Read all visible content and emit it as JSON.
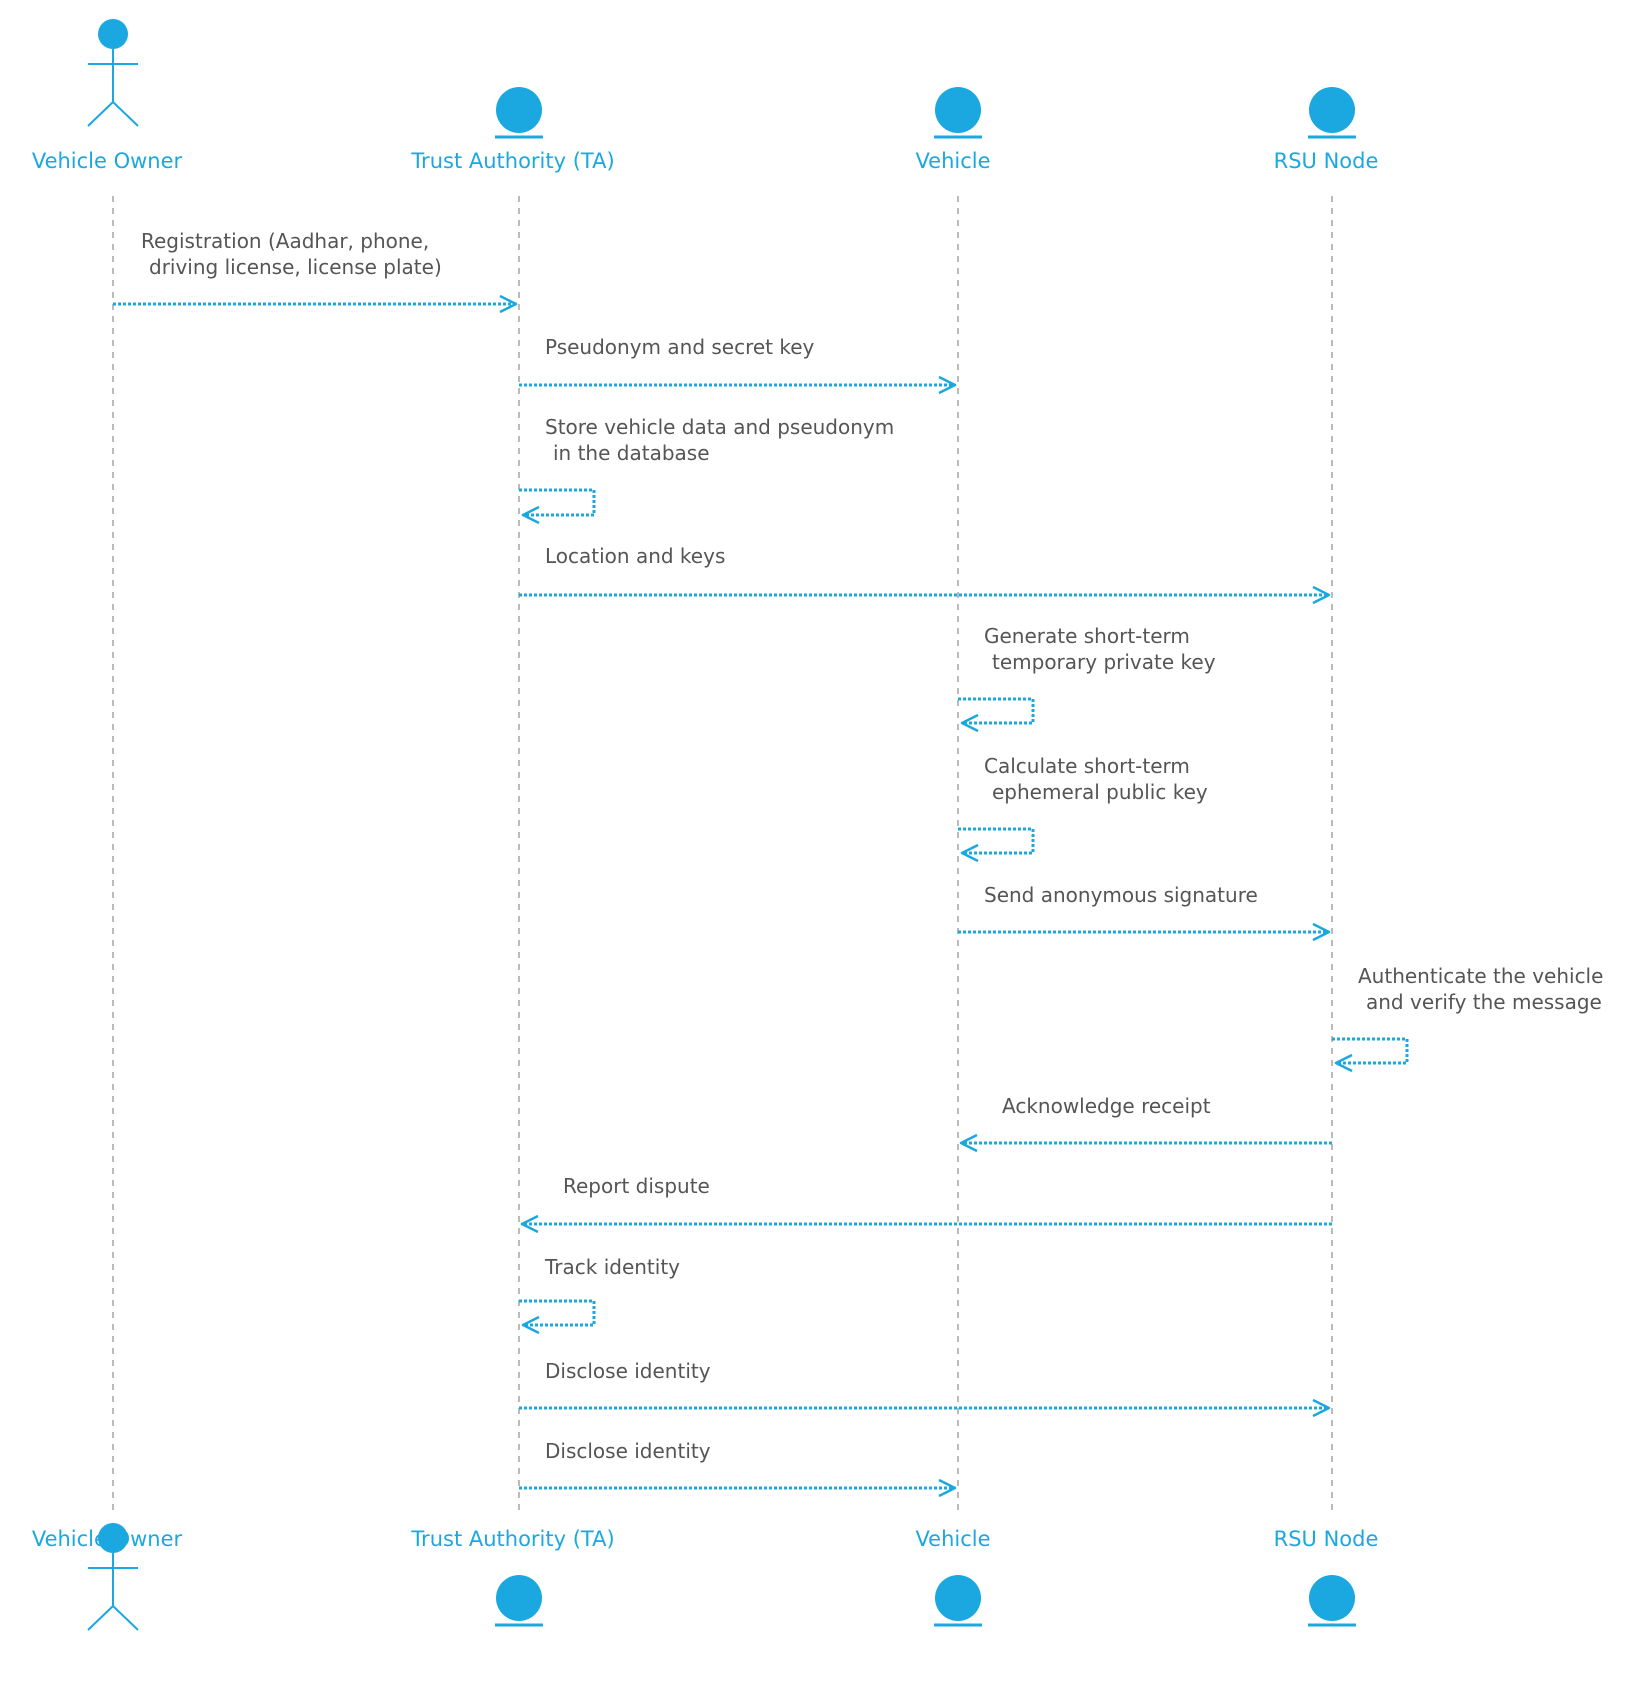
{
  "accent_color": "#1ba8e0",
  "text_color": "#555555",
  "participants": [
    {
      "id": "owner",
      "label": "Vehicle Owner",
      "kind": "actor",
      "icon": "stick-figure-icon"
    },
    {
      "id": "ta",
      "label": "Trust Authority (TA)",
      "kind": "entity",
      "icon": "circle-entity-icon"
    },
    {
      "id": "vehicle",
      "label": "Vehicle",
      "kind": "entity",
      "icon": "circle-entity-icon"
    },
    {
      "id": "rsu",
      "label": "RSU Node",
      "kind": "entity",
      "icon": "circle-entity-icon"
    }
  ],
  "messages": [
    {
      "from": "owner",
      "to": "ta",
      "lines": [
        "Registration (Aadhar, phone,",
        "driving license, license plate)"
      ]
    },
    {
      "from": "ta",
      "to": "vehicle",
      "lines": [
        "Pseudonym and secret key"
      ]
    },
    {
      "from": "ta",
      "to": "ta",
      "lines": [
        "Store vehicle data and pseudonym",
        "in the database"
      ]
    },
    {
      "from": "ta",
      "to": "rsu",
      "lines": [
        "Location and keys"
      ]
    },
    {
      "from": "vehicle",
      "to": "vehicle",
      "lines": [
        "Generate short-term",
        "temporary private key"
      ]
    },
    {
      "from": "vehicle",
      "to": "vehicle",
      "lines": [
        "Calculate short-term",
        "ephemeral public key"
      ]
    },
    {
      "from": "vehicle",
      "to": "rsu",
      "lines": [
        "Send anonymous signature"
      ]
    },
    {
      "from": "rsu",
      "to": "rsu",
      "lines": [
        "Authenticate the vehicle",
        "and verify the message"
      ]
    },
    {
      "from": "rsu",
      "to": "vehicle",
      "lines": [
        "Acknowledge receipt"
      ]
    },
    {
      "from": "rsu",
      "to": "ta",
      "lines": [
        "Report dispute"
      ]
    },
    {
      "from": "ta",
      "to": "ta",
      "lines": [
        "Track identity"
      ]
    },
    {
      "from": "ta",
      "to": "rsu",
      "lines": [
        "Disclose identity"
      ]
    },
    {
      "from": "ta",
      "to": "vehicle",
      "lines": [
        "Disclose identity"
      ]
    }
  ]
}
